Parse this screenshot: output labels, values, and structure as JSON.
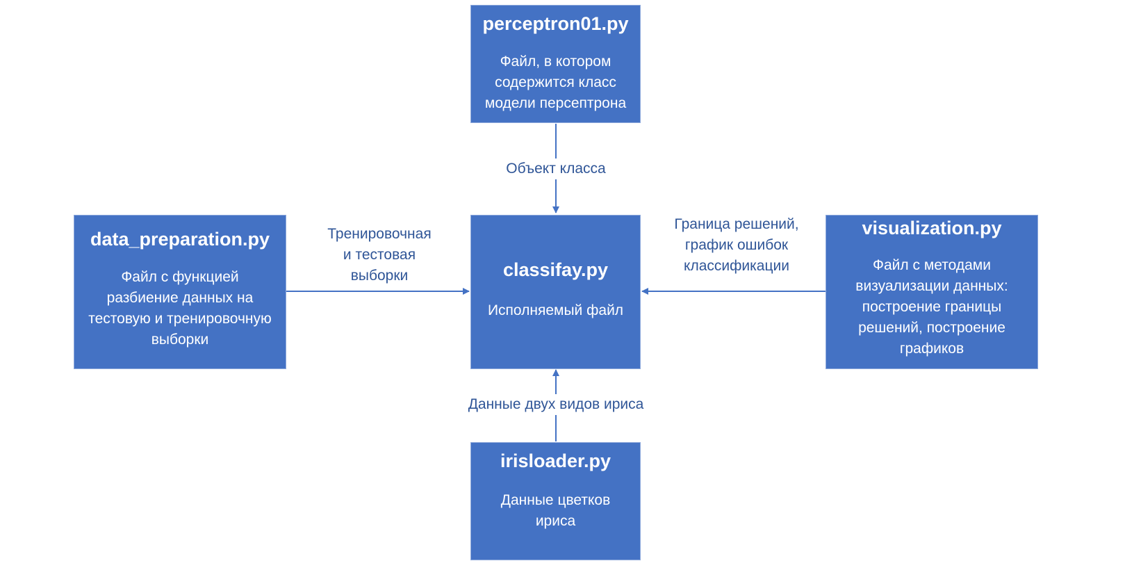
{
  "nodes": {
    "perceptron": {
      "title": "perceptron01.py",
      "desc": [
        "Файл, в котором",
        "содержится класс",
        "модели персептрона"
      ]
    },
    "data_preparation": {
      "title": "data_preparation.py",
      "desc": [
        "Файл с функцией",
        "разбиение данных на",
        "тестовую и тренировочную",
        "выборки"
      ]
    },
    "classifay": {
      "title": "classifay.py",
      "desc": [
        "Исполняемый файл"
      ]
    },
    "visualization": {
      "title": "visualization.py",
      "desc": [
        "Файл с методами",
        "визуализации данных:",
        "построение границы",
        "решений, построение",
        "графиков"
      ]
    },
    "irisloader": {
      "title": "irisloader.py",
      "desc": [
        "Данные цветков",
        "ириса"
      ]
    }
  },
  "edges": {
    "perceptron_to_classifay": [
      "Объект класса"
    ],
    "data_preparation_to_classifay": [
      "Тренировочная",
      "и тестовая",
      "выборки"
    ],
    "visualization_to_classifay": [
      "Граница решений,",
      "график ошибок",
      "классификации"
    ],
    "irisloader_to_classifay": [
      "Данные двух видов ириса"
    ]
  },
  "colors": {
    "box_fill": "#4472c4",
    "box_border": "#8faadc",
    "arrow": "#4472c4",
    "label_text": "#2f5597"
  }
}
